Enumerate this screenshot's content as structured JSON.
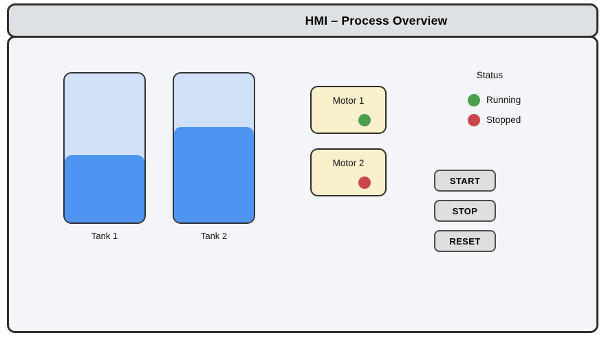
{
  "title": "HMI – Process Overview",
  "tanks": [
    {
      "label": "Tank 1",
      "fill_percent": 45
    },
    {
      "label": "Tank 2",
      "fill_percent": 64
    }
  ],
  "motors": [
    {
      "label": "Motor 1",
      "state": "Running",
      "indicator_color": "#4ba04e"
    },
    {
      "label": "Motor 2",
      "state": "Stopped",
      "indicator_color": "#c9474d"
    }
  ],
  "status_legend": {
    "title": "Status",
    "items": [
      {
        "label": "Running",
        "color": "#4ba04e"
      },
      {
        "label": "Stopped",
        "color": "#c9474d"
      }
    ]
  },
  "buttons": {
    "start_label": "START",
    "stop_label": "STOP",
    "reset_label": "RESET"
  },
  "colors": {
    "tank_fill": "#4e94f0",
    "tank_body": "#cfe0f8",
    "motor_card": "#faf0cc",
    "titlebar_bg": "#dee1e4",
    "panel_bg": "#f4f5f8"
  }
}
